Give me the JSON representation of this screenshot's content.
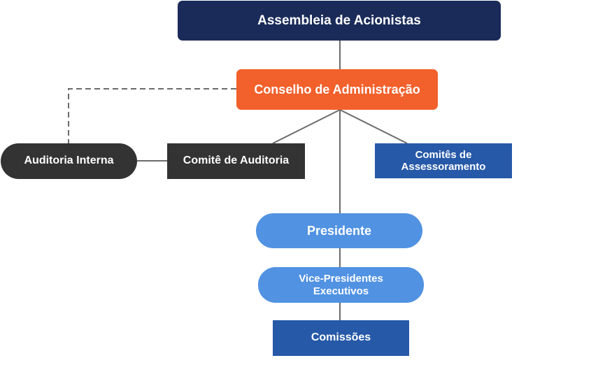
{
  "nodes": {
    "assembleia": "Assembleia de Acionistas",
    "conselho": "Conselho de Administração",
    "auditoria_interna": "Auditoria Interna",
    "comite_auditoria": "Comitê de Auditoria",
    "comites_assessoramento": "Comitês de\nAssessoramento",
    "presidente": "Presidente",
    "vice_presidentes": "Vice-Presidentes\nExecutivos",
    "comissoes": "Comissões"
  },
  "colors": {
    "assembleia": "#1a2b59",
    "conselho": "#f2602b",
    "auditoria": "#333333",
    "executivo": "#5192e2",
    "comites": "#2659a8",
    "connector": "#6b6b6b"
  }
}
